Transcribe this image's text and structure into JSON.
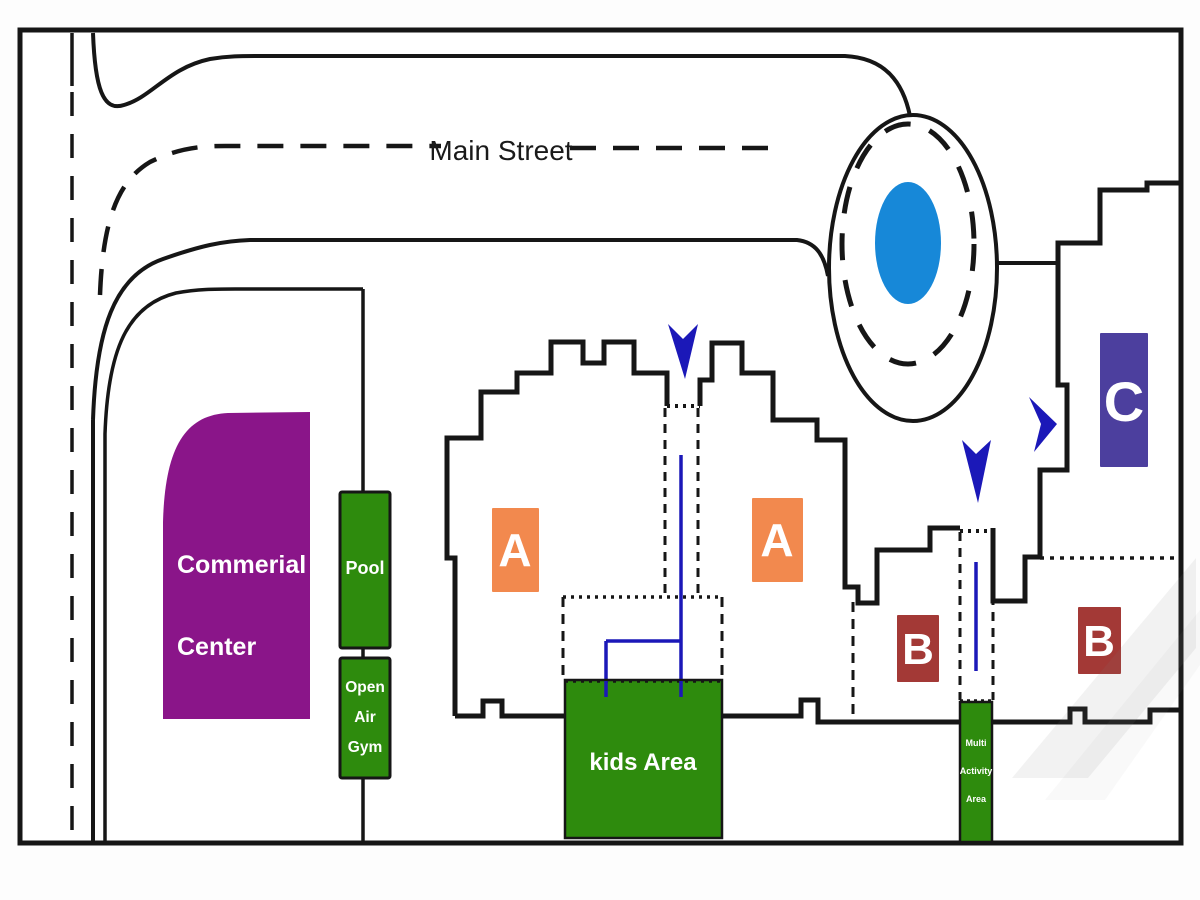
{
  "street": {
    "label": "Main Street"
  },
  "commercial_center": {
    "line1": "Commerial",
    "line2": "Center"
  },
  "pool": {
    "label": "Pool"
  },
  "open_air_gym": {
    "line1": "Open",
    "line2": "Air",
    "line3": "Gym"
  },
  "kids_area": {
    "label": "kids Area"
  },
  "multi_activity_area": {
    "line1": "Multi",
    "line2": "Activity",
    "line3": "Area"
  },
  "blocks": {
    "a_left": "A",
    "a_right": "A",
    "b_left": "B",
    "b_right": "B",
    "c": "C"
  },
  "colors": {
    "block_a_orange": "#F2894E",
    "block_b_red": "#A33936",
    "block_c_indigo": "#4C3F9E",
    "amenity_green": "#2E8B0D",
    "commercial_purple": "#8A1589",
    "roundabout_blue": "#1788D8",
    "route_navy": "#1B18B8",
    "outline_black": "#161616"
  }
}
